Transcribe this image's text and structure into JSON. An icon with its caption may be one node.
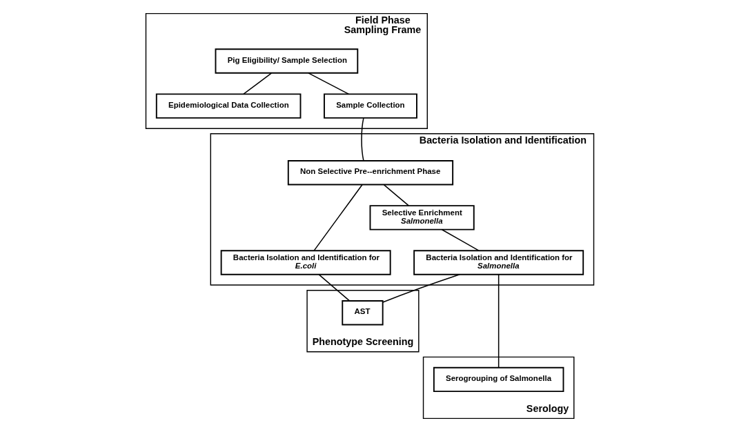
{
  "diagram": {
    "nodes": [
      {
        "text": [
          "Field Phase",
          "Sampling Frame"
        ]
      },
      {
        "text": [
          "Pig Eligibility/ Sample Selection"
        ],
        "in": 0
      },
      {
        "text": [
          "Epidemiological Data Collection"
        ],
        "in": 0
      },
      {
        "text": [
          "Sample Collection"
        ],
        "in": 0
      },
      {
        "text": [
          "Bacteria Isolation and Identification"
        ]
      },
      {
        "text": [
          "Non Selective Pre--enrichment Phase"
        ],
        "in": 4
      },
      {
        "text": [
          "Selective Enrichment *Salmonella*"
        ],
        "in": 4
      },
      {
        "text": [
          "Bacteria Isolation and Identification for *E.coli*"
        ],
        "in": 4
      },
      {
        "text": [
          "Bacteria Isolation and Identification for *Salmonella*"
        ],
        "in": 4
      },
      {
        "text": [
          "Phenotype Screening"
        ]
      },
      {
        "text": [
          "AST"
        ],
        "in": 9
      },
      {
        "text": [
          "Serology"
        ]
      },
      {
        "text": [
          "Serogrouping of Salmonella"
        ],
        "in": 11
      }
    ],
    "edges": [
      {
        "from": 1,
        "to": 2,
        "arrow": "none"
      },
      {
        "from": 1,
        "to": 3,
        "arrow": "none"
      },
      {
        "from": 3,
        "to": 5,
        "arrow": "none"
      },
      {
        "from": 5,
        "to": 6,
        "arrow": "none"
      },
      {
        "from": 5,
        "to": 7,
        "arrow": "none"
      },
      {
        "from": 6,
        "to": 8,
        "arrow": "none"
      },
      {
        "from": 8,
        "to": 10,
        "arrow": "none"
      },
      {
        "from": 7,
        "to": 10,
        "arrow": "none"
      },
      {
        "from": 8,
        "to": 12,
        "arrow": "none"
      }
    ]
  }
}
